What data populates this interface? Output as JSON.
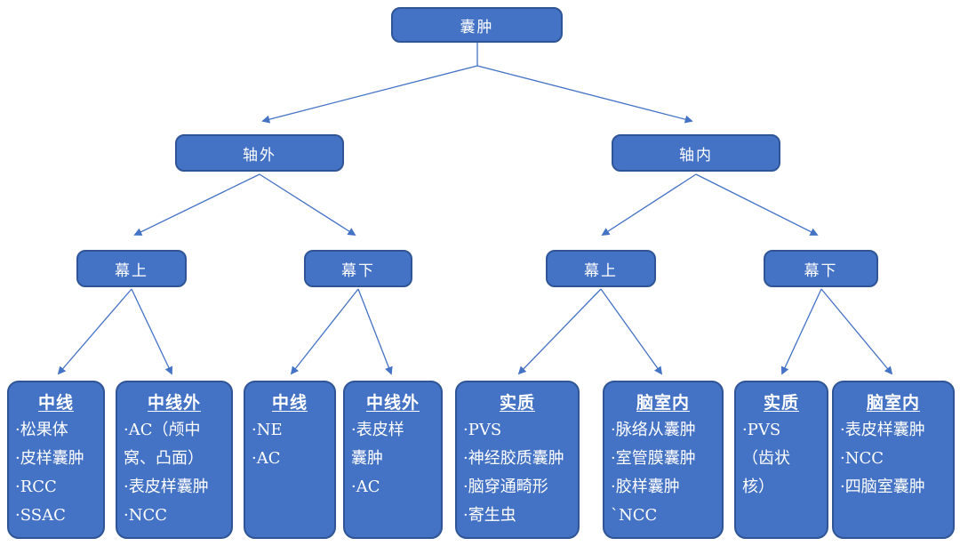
{
  "colors": {
    "box_fill": "#4472C4",
    "box_border": "#2F5597",
    "connector": "#4472C4",
    "text": "#FFFFFF",
    "background": "#FFFFFF"
  },
  "tree": {
    "root": {
      "label": "囊肿"
    },
    "level2": [
      {
        "label": "轴外"
      },
      {
        "label": "轴内"
      }
    ],
    "level3": [
      {
        "label": "幕上"
      },
      {
        "label": "幕下"
      },
      {
        "label": "幕上"
      },
      {
        "label": "幕下"
      }
    ],
    "leaves": [
      {
        "title": "中线",
        "items": [
          "·松果体",
          "·皮样囊肿",
          "·RCC",
          "·SSAC"
        ]
      },
      {
        "title": "中线外",
        "items": [
          "·AC（颅中\n窝、凸面）",
          "·表皮样囊肿",
          "·NCC"
        ]
      },
      {
        "title": "中线",
        "items": [
          "·NE",
          "·AC"
        ]
      },
      {
        "title": "中线外",
        "items": [
          "·表皮样\n囊肿",
          "·AC"
        ]
      },
      {
        "title": "实质",
        "items": [
          "·PVS",
          "·神经胶质囊肿",
          "·脑穿通畸形",
          "·寄生虫"
        ]
      },
      {
        "title": "脑室内",
        "items": [
          "·脉络从囊肿",
          "·室管膜囊肿",
          "·胶样囊肿",
          "`NCC"
        ]
      },
      {
        "title": "实质",
        "items": [
          "·PVS\n（齿状\n核）"
        ]
      },
      {
        "title": "脑室内",
        "items": [
          "·表皮样囊肿",
          "·NCC",
          "·四脑室囊肿"
        ]
      }
    ]
  }
}
